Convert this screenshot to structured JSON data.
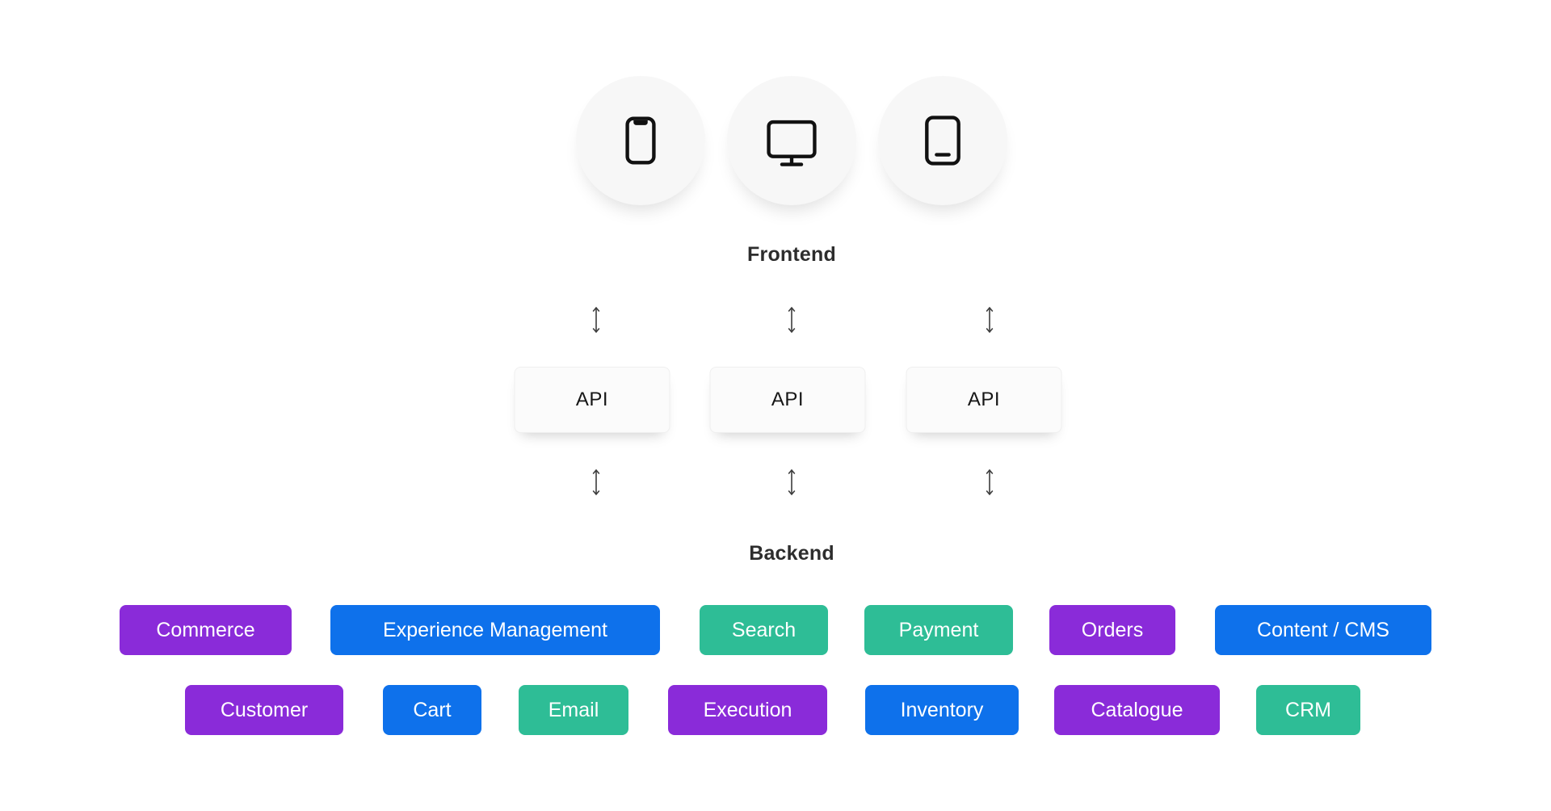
{
  "palette": {
    "purple": "#8A2BD9",
    "blue": "#0E71EB",
    "green": "#2EBD96",
    "heading_text": "#2d2d2d",
    "tag_text": "#ffffff",
    "node_background": "#fbfbfb",
    "circle_background": "#f7f7f7",
    "icon_stroke": "#111111",
    "arrow_stroke": "#3c3c3c"
  },
  "frontend": {
    "label": "Frontend"
  },
  "backend": {
    "label": "Backend"
  },
  "devices": [
    {
      "icon": "smartphone-icon"
    },
    {
      "icon": "desktop-monitor-icon"
    },
    {
      "icon": "tablet-icon"
    }
  ],
  "api_nodes": [
    {
      "label": "API"
    },
    {
      "label": "API"
    },
    {
      "label": "API"
    }
  ],
  "services": {
    "row1": [
      {
        "label": "Commerce",
        "color": "purple"
      },
      {
        "label": "Experience Management",
        "color": "blue"
      },
      {
        "label": "Search",
        "color": "green"
      },
      {
        "label": "Payment",
        "color": "green"
      },
      {
        "label": "Orders",
        "color": "purple"
      },
      {
        "label": "Content / CMS",
        "color": "blue"
      }
    ],
    "row2": [
      {
        "label": "Customer",
        "color": "purple"
      },
      {
        "label": "Cart",
        "color": "blue"
      },
      {
        "label": "Email",
        "color": "green"
      },
      {
        "label": "Execution",
        "color": "purple"
      },
      {
        "label": "Inventory",
        "color": "blue"
      },
      {
        "label": "Catalogue",
        "color": "purple"
      },
      {
        "label": "CRM",
        "color": "green"
      }
    ]
  }
}
